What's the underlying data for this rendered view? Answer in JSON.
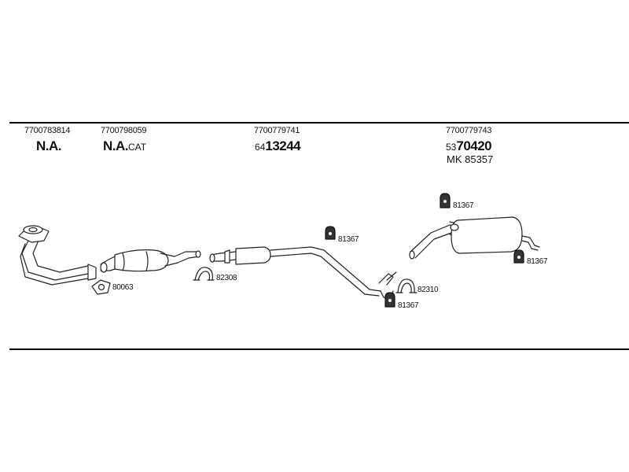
{
  "columns": [
    {
      "part_number": "7700783814",
      "main_code": "N.A.",
      "main_prefix": "",
      "main_suffix": ""
    },
    {
      "part_number": "7700798059",
      "main_code": "N.A.",
      "main_prefix": "",
      "main_suffix": "CAT"
    },
    {
      "part_number": "7700779741",
      "main_code": "13244",
      "main_prefix": "64",
      "main_suffix": ""
    },
    {
      "part_number": "7700779743",
      "main_code": "70420",
      "main_prefix": "53",
      "main_suffix": "",
      "extra": "MK  85357"
    }
  ],
  "refs": {
    "gasket": "80063",
    "clamp_1": "82308",
    "hanger_1": "81367",
    "clamp_2": "82310",
    "hanger_2": "81367",
    "hanger_3": "81367",
    "hanger_4": "81367"
  }
}
